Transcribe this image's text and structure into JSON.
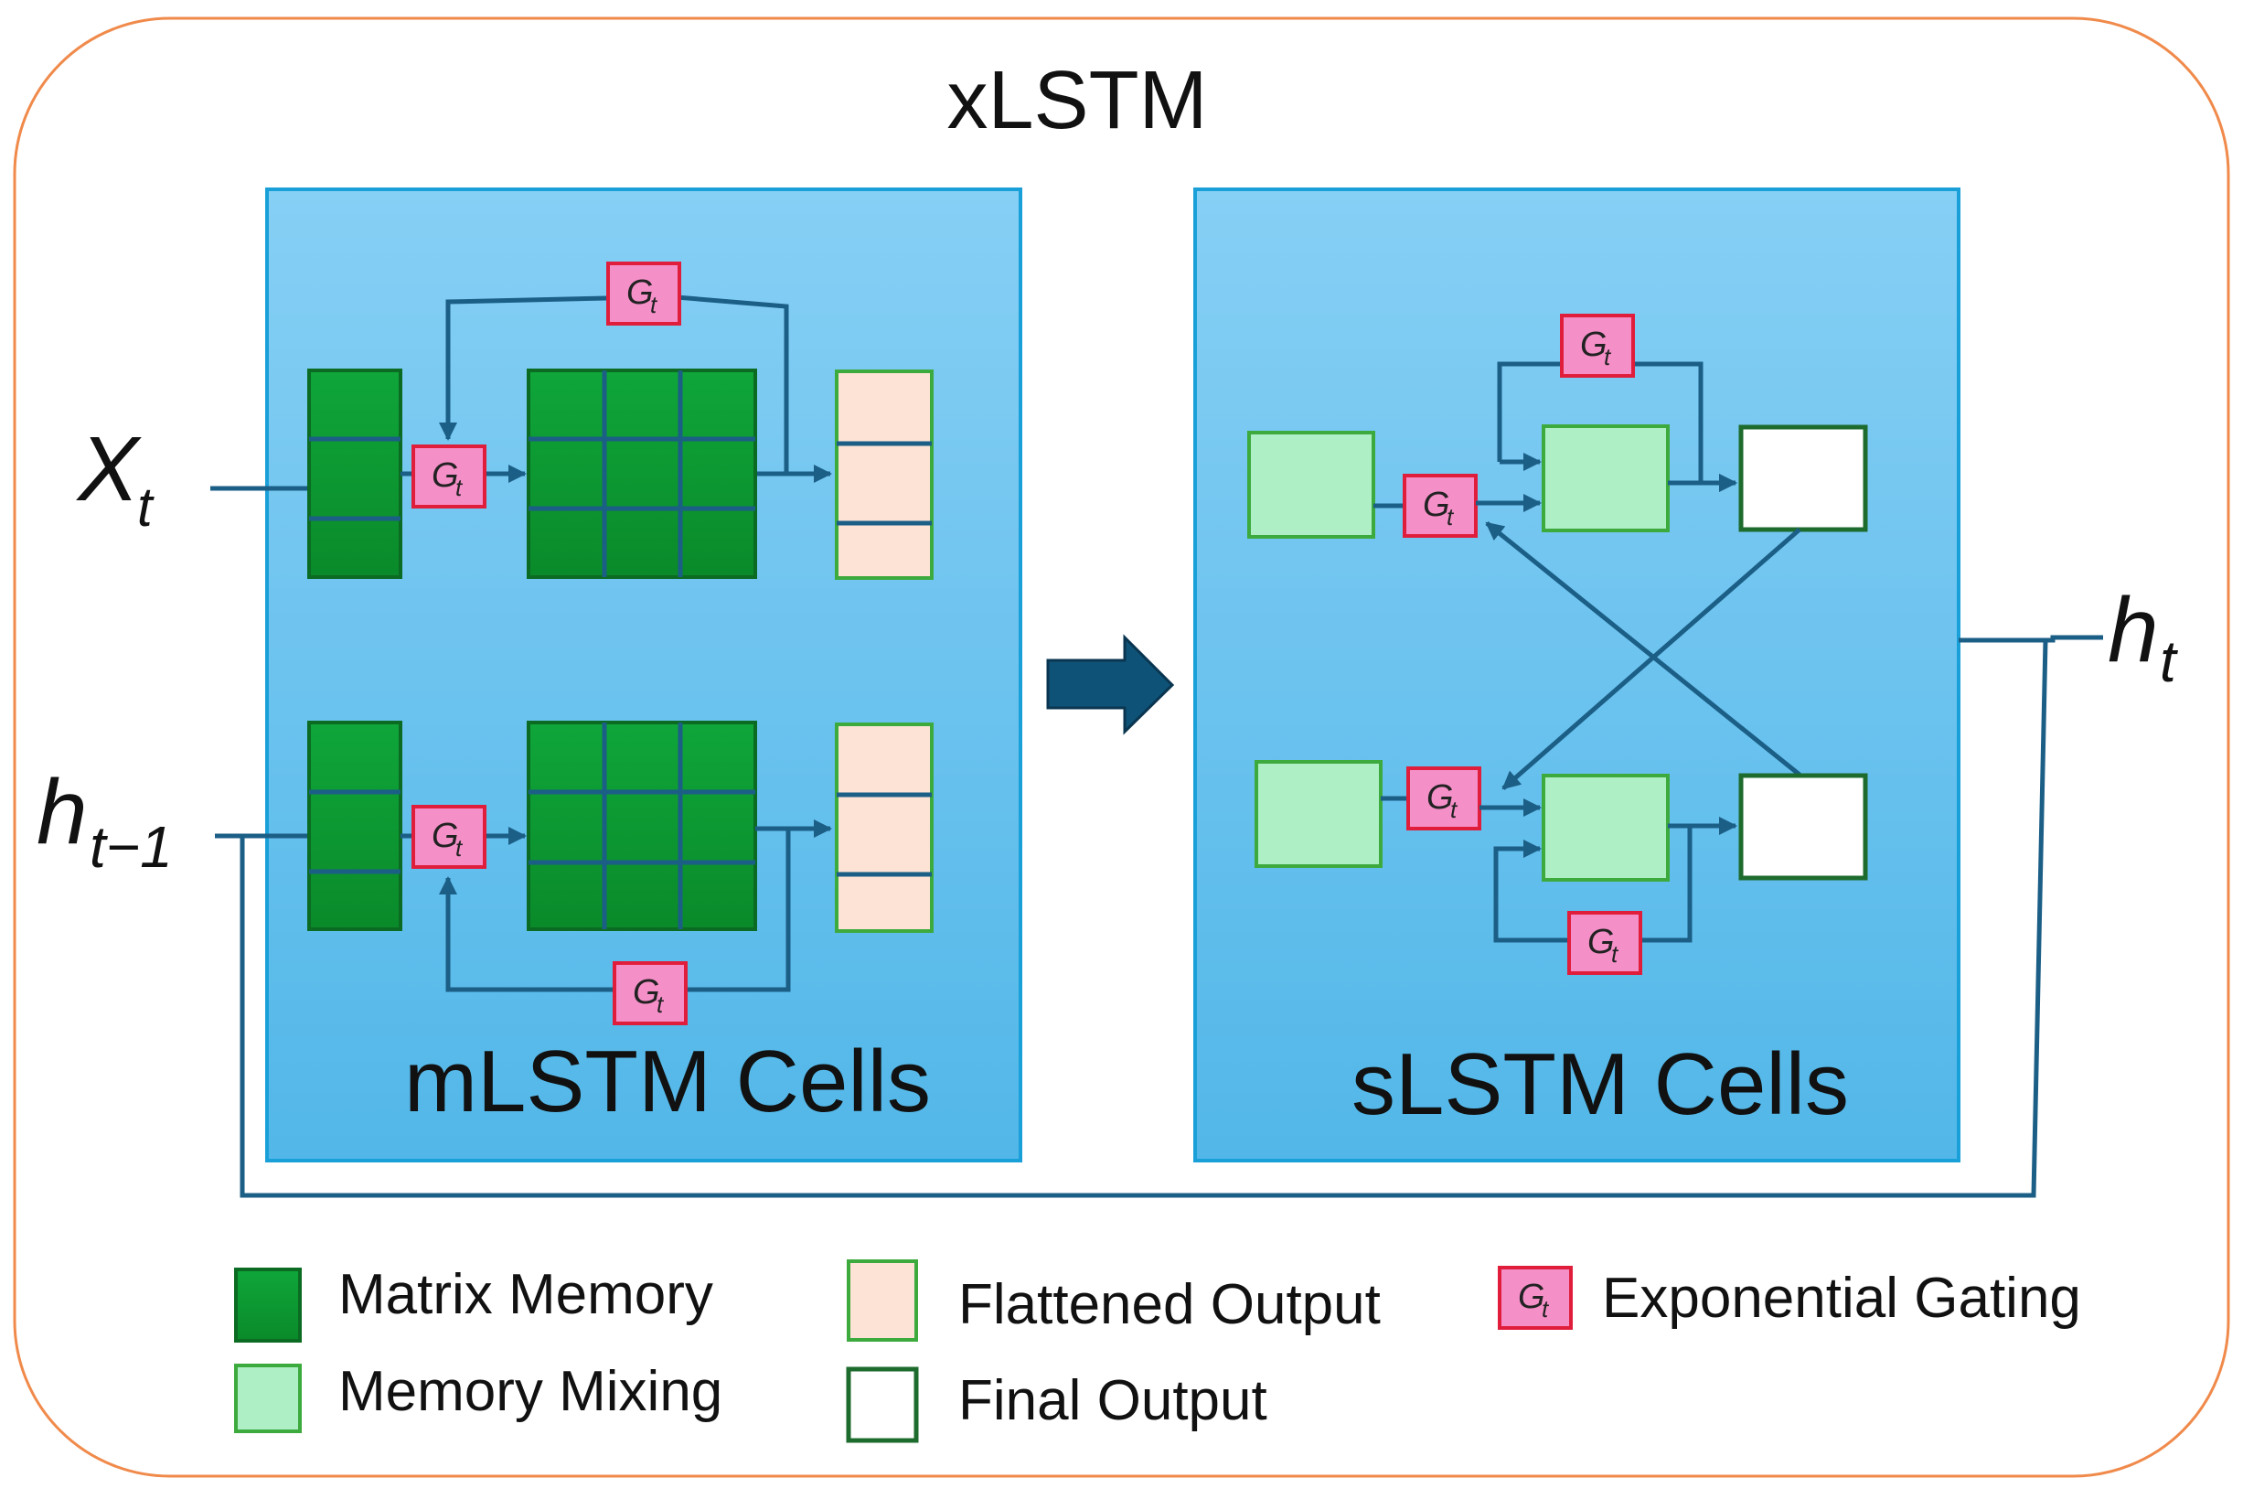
{
  "title": "xLSTM",
  "mlstm_label": "mLSTM Cells",
  "slstm_label": "sLSTM Cells",
  "inputs": {
    "x_main": "X",
    "x_sub": "t",
    "hprev_main": "h",
    "hprev_sub": "t−1",
    "hout_main": "h",
    "hout_sub": "t"
  },
  "gate": {
    "main": "G",
    "sub": "t"
  },
  "legend": {
    "matrix_memory": "Matrix Memory",
    "memory_mixing": "Memory Mixing",
    "flattened_output": "Flattened Output",
    "final_output": "Final Output",
    "exponential_gating": "Exponential Gating"
  },
  "colors": {
    "frame_border": "#F08A4B",
    "panel_border": "#1AA0D8",
    "matrix_memory": "#0FA033",
    "matrix_memory_border": "#0B6B22",
    "memory_mixing": "#AEEFC6",
    "memory_mixing_border": "#3DAA3D",
    "flattened_output": "#FDE3D6",
    "flattened_output_border": "#3DAA3D",
    "final_output": "#FFFFFF",
    "final_output_border": "#1E6B2E",
    "gate_fill": "#F58FC8",
    "gate_border": "#E01E3C",
    "line": "#1B5E86",
    "arrow": "#0E5377"
  }
}
